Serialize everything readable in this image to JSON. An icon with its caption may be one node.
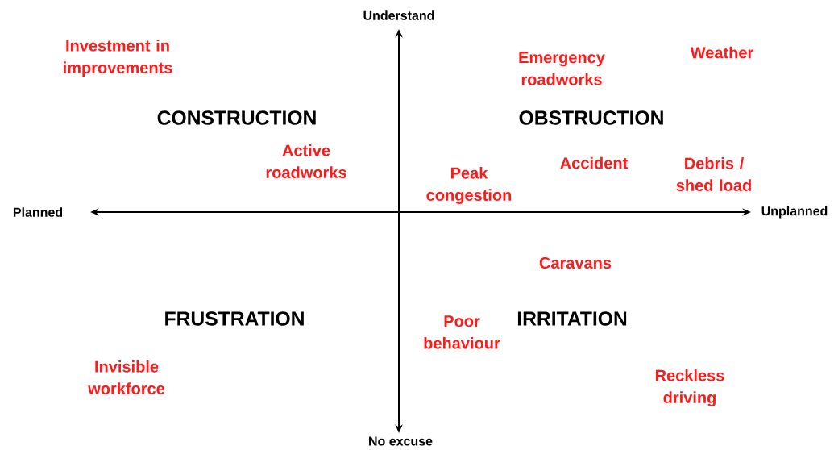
{
  "diagram": {
    "labels": [
      "Understand",
      "Investment in improvements",
      "Emergency roadworks",
      "Weather",
      "CONSTRUCTION",
      "OBSTRUCTION",
      "Active roadworks",
      "Peak congestion",
      "Accident",
      "Debris / shed load",
      "Planned",
      "Unplanned",
      "Caravans",
      "FRUSTRATION",
      "Poor behaviour",
      "IRRITATION",
      "Invisible workforce",
      "Reckless driving",
      "No excuse"
    ]
  }
}
